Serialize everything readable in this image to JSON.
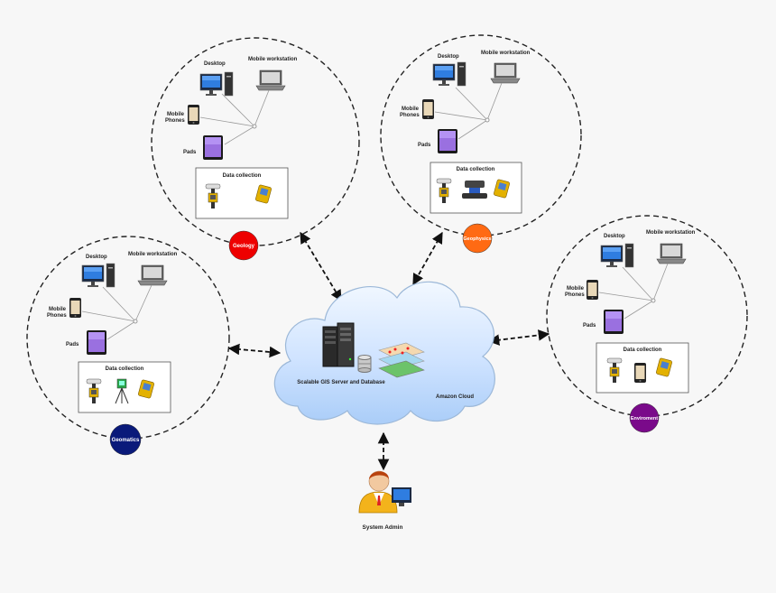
{
  "regions": [
    {
      "badge": "Geology",
      "badge_color": "#ee0000",
      "desktop": "Desktop",
      "mobile_workstation": "Mobile workstation",
      "mobile_phones_1": "Mobile",
      "mobile_phones_2": "Phones",
      "pads": "Pads",
      "data_collection": "Data collection"
    },
    {
      "badge": "Geophysics",
      "badge_color": "#ff6a13",
      "desktop": "Desktop",
      "mobile_workstation": "Mobile workstation",
      "mobile_phones_1": "Mobile",
      "mobile_phones_2": "Phones",
      "pads": "Pads",
      "data_collection": "Data collection"
    },
    {
      "badge": "Geomatics",
      "badge_color": "#0a1a7a",
      "desktop": "Desktop",
      "mobile_workstation": "Mobile workstation",
      "mobile_phones_1": "Mobile",
      "mobile_phones_2": "Phones",
      "pads": "Pads",
      "data_collection": "Data collection"
    },
    {
      "badge": "Enviroment",
      "badge_color": "#7a0a8a",
      "desktop": "Desktop",
      "mobile_workstation": "Mobile workstation",
      "mobile_phones_1": "Mobile",
      "mobile_phones_2": "Phones",
      "pads": "Pads",
      "data_collection": "Data collection"
    }
  ],
  "cloud": {
    "server_label": "Scalable GIS Server and Database",
    "provider_label": "Amazon Cloud"
  },
  "admin": {
    "label": "System Admin"
  }
}
